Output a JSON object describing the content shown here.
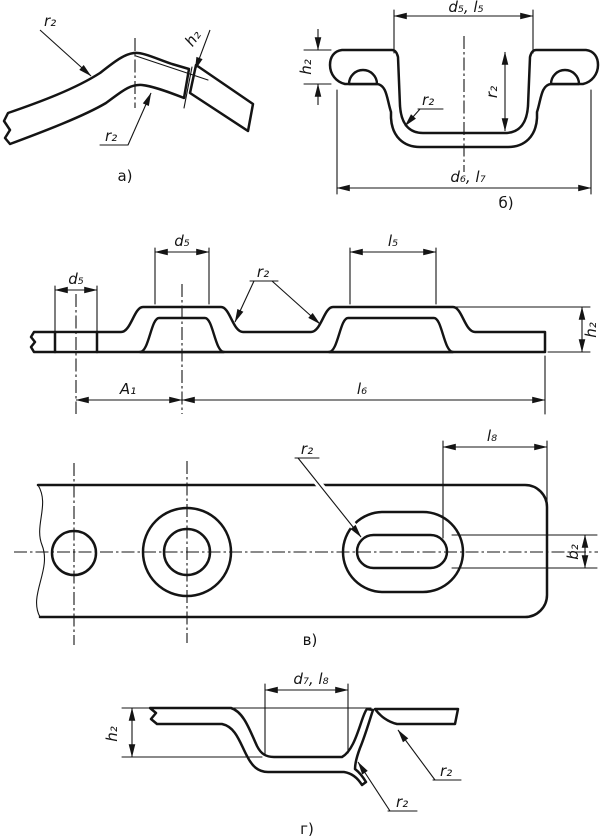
{
  "page": {
    "background": "#ffffff",
    "ink": "#141414"
  },
  "figures": {
    "a": {
      "caption": "а)",
      "labels": {
        "r2_top": "r₂",
        "h2": "h₂",
        "r2_bottom": "r₂"
      }
    },
    "b": {
      "caption": "б)",
      "labels": {
        "dim_top": "d₅, l₅",
        "h2": "h₂",
        "r2_inner": "r₂",
        "r2_depth": "r₂",
        "dim_bottom": "d₆, l₇"
      }
    },
    "v": {
      "caption": "в)",
      "section": {
        "d5_hole": "d₅",
        "d5_boss": "d₅",
        "l5": "l₅",
        "r2": "r₂",
        "h2": "h₂",
        "a1": "A₁",
        "l6": "l₆"
      },
      "plan": {
        "r2": "r₂",
        "l8": "l₈",
        "b2": "b₂"
      }
    },
    "g": {
      "caption": "г)",
      "labels": {
        "dim_top": "d₇, l₈",
        "h2": "h₂",
        "r2_bottom": "r₂",
        "r2_edge": "r₂"
      }
    }
  }
}
